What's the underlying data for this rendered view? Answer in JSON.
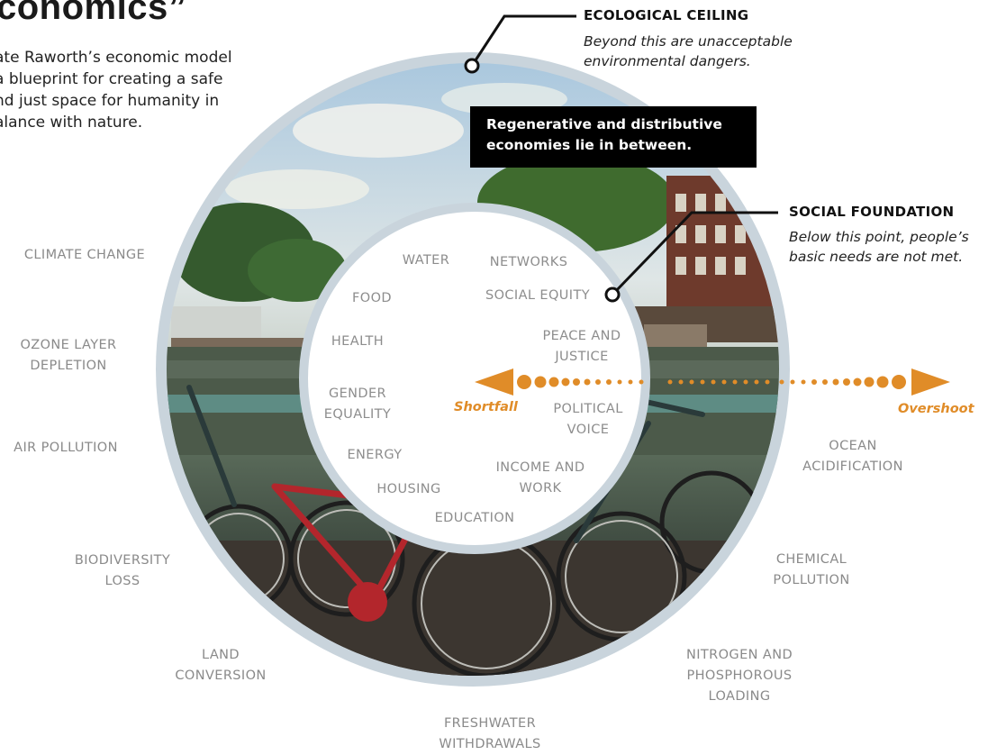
{
  "title": "conomics”",
  "intro": {
    "lines": [
      "ate Raworth’s economic model",
      "a blueprint for creating  a safe",
      "nd just space for humanity in",
      "alance with nature."
    ]
  },
  "ecological_ceiling": {
    "heading": "ECOLOGICAL CEILING",
    "lines": [
      "Beyond this are unacceptable",
      "environmental dangers."
    ]
  },
  "social_foundation": {
    "heading": "SOCIAL FOUNDATION",
    "lines": [
      "Below this point, people’s",
      "basic needs are not met."
    ]
  },
  "between_box": {
    "lines": [
      "Regenerative and distributive",
      "economies lie in between."
    ]
  },
  "arrows": {
    "shortfall": "Shortfall",
    "overshoot": "Overshoot",
    "color": "#e08c28"
  },
  "outer_labels": {
    "climate_change": [
      "CLIMATE CHANGE"
    ],
    "ozone": [
      "OZONE LAYER",
      "DEPLETION"
    ],
    "air_pollution": [
      "AIR POLLUTION"
    ],
    "biodiversity": [
      "BIODIVERSITY",
      "LOSS"
    ],
    "land": [
      "LAND",
      "CONVERSION"
    ],
    "freshwater": [
      "FRESHWATER",
      "WITHDRAWALS"
    ],
    "nitrogen": [
      "NITROGEN AND",
      "PHOSPHOROUS",
      "LOADING"
    ],
    "chemical": [
      "CHEMICAL",
      "POLLUTION"
    ],
    "ocean": [
      "OCEAN",
      "ACIDIFICATION"
    ]
  },
  "inner_labels": {
    "water": [
      "WATER"
    ],
    "networks": [
      "NETWORKS"
    ],
    "food": [
      "FOOD"
    ],
    "social_equity": [
      "SOCIAL EQUITY"
    ],
    "health": [
      "HEALTH"
    ],
    "peace": [
      "PEACE AND",
      "JUSTICE"
    ],
    "gender": [
      "GENDER",
      "EQUALITY"
    ],
    "political": [
      "POLITICAL",
      "VOICE"
    ],
    "energy": [
      "ENERGY"
    ],
    "income": [
      "INCOME AND",
      "WORK"
    ],
    "housing": [
      "HOUSING"
    ],
    "education": [
      "EDUCATION"
    ]
  },
  "colors": {
    "ring": "#c9d4dc",
    "inner_disc": "#ffffff"
  },
  "photo_icon": "canal-bicycles-photo"
}
